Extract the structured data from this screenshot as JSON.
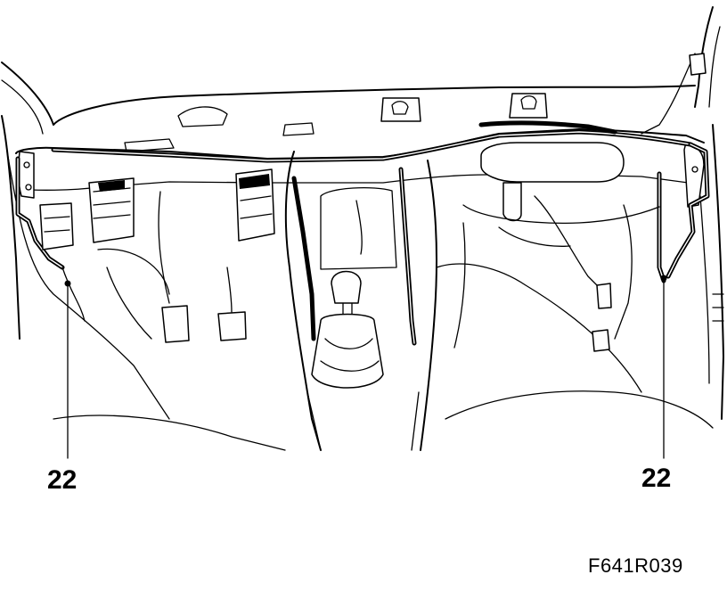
{
  "figure": {
    "figure_code": "F641R039",
    "callouts": [
      {
        "id": "left",
        "label": "22"
      },
      {
        "id": "right",
        "label": "22"
      }
    ]
  }
}
